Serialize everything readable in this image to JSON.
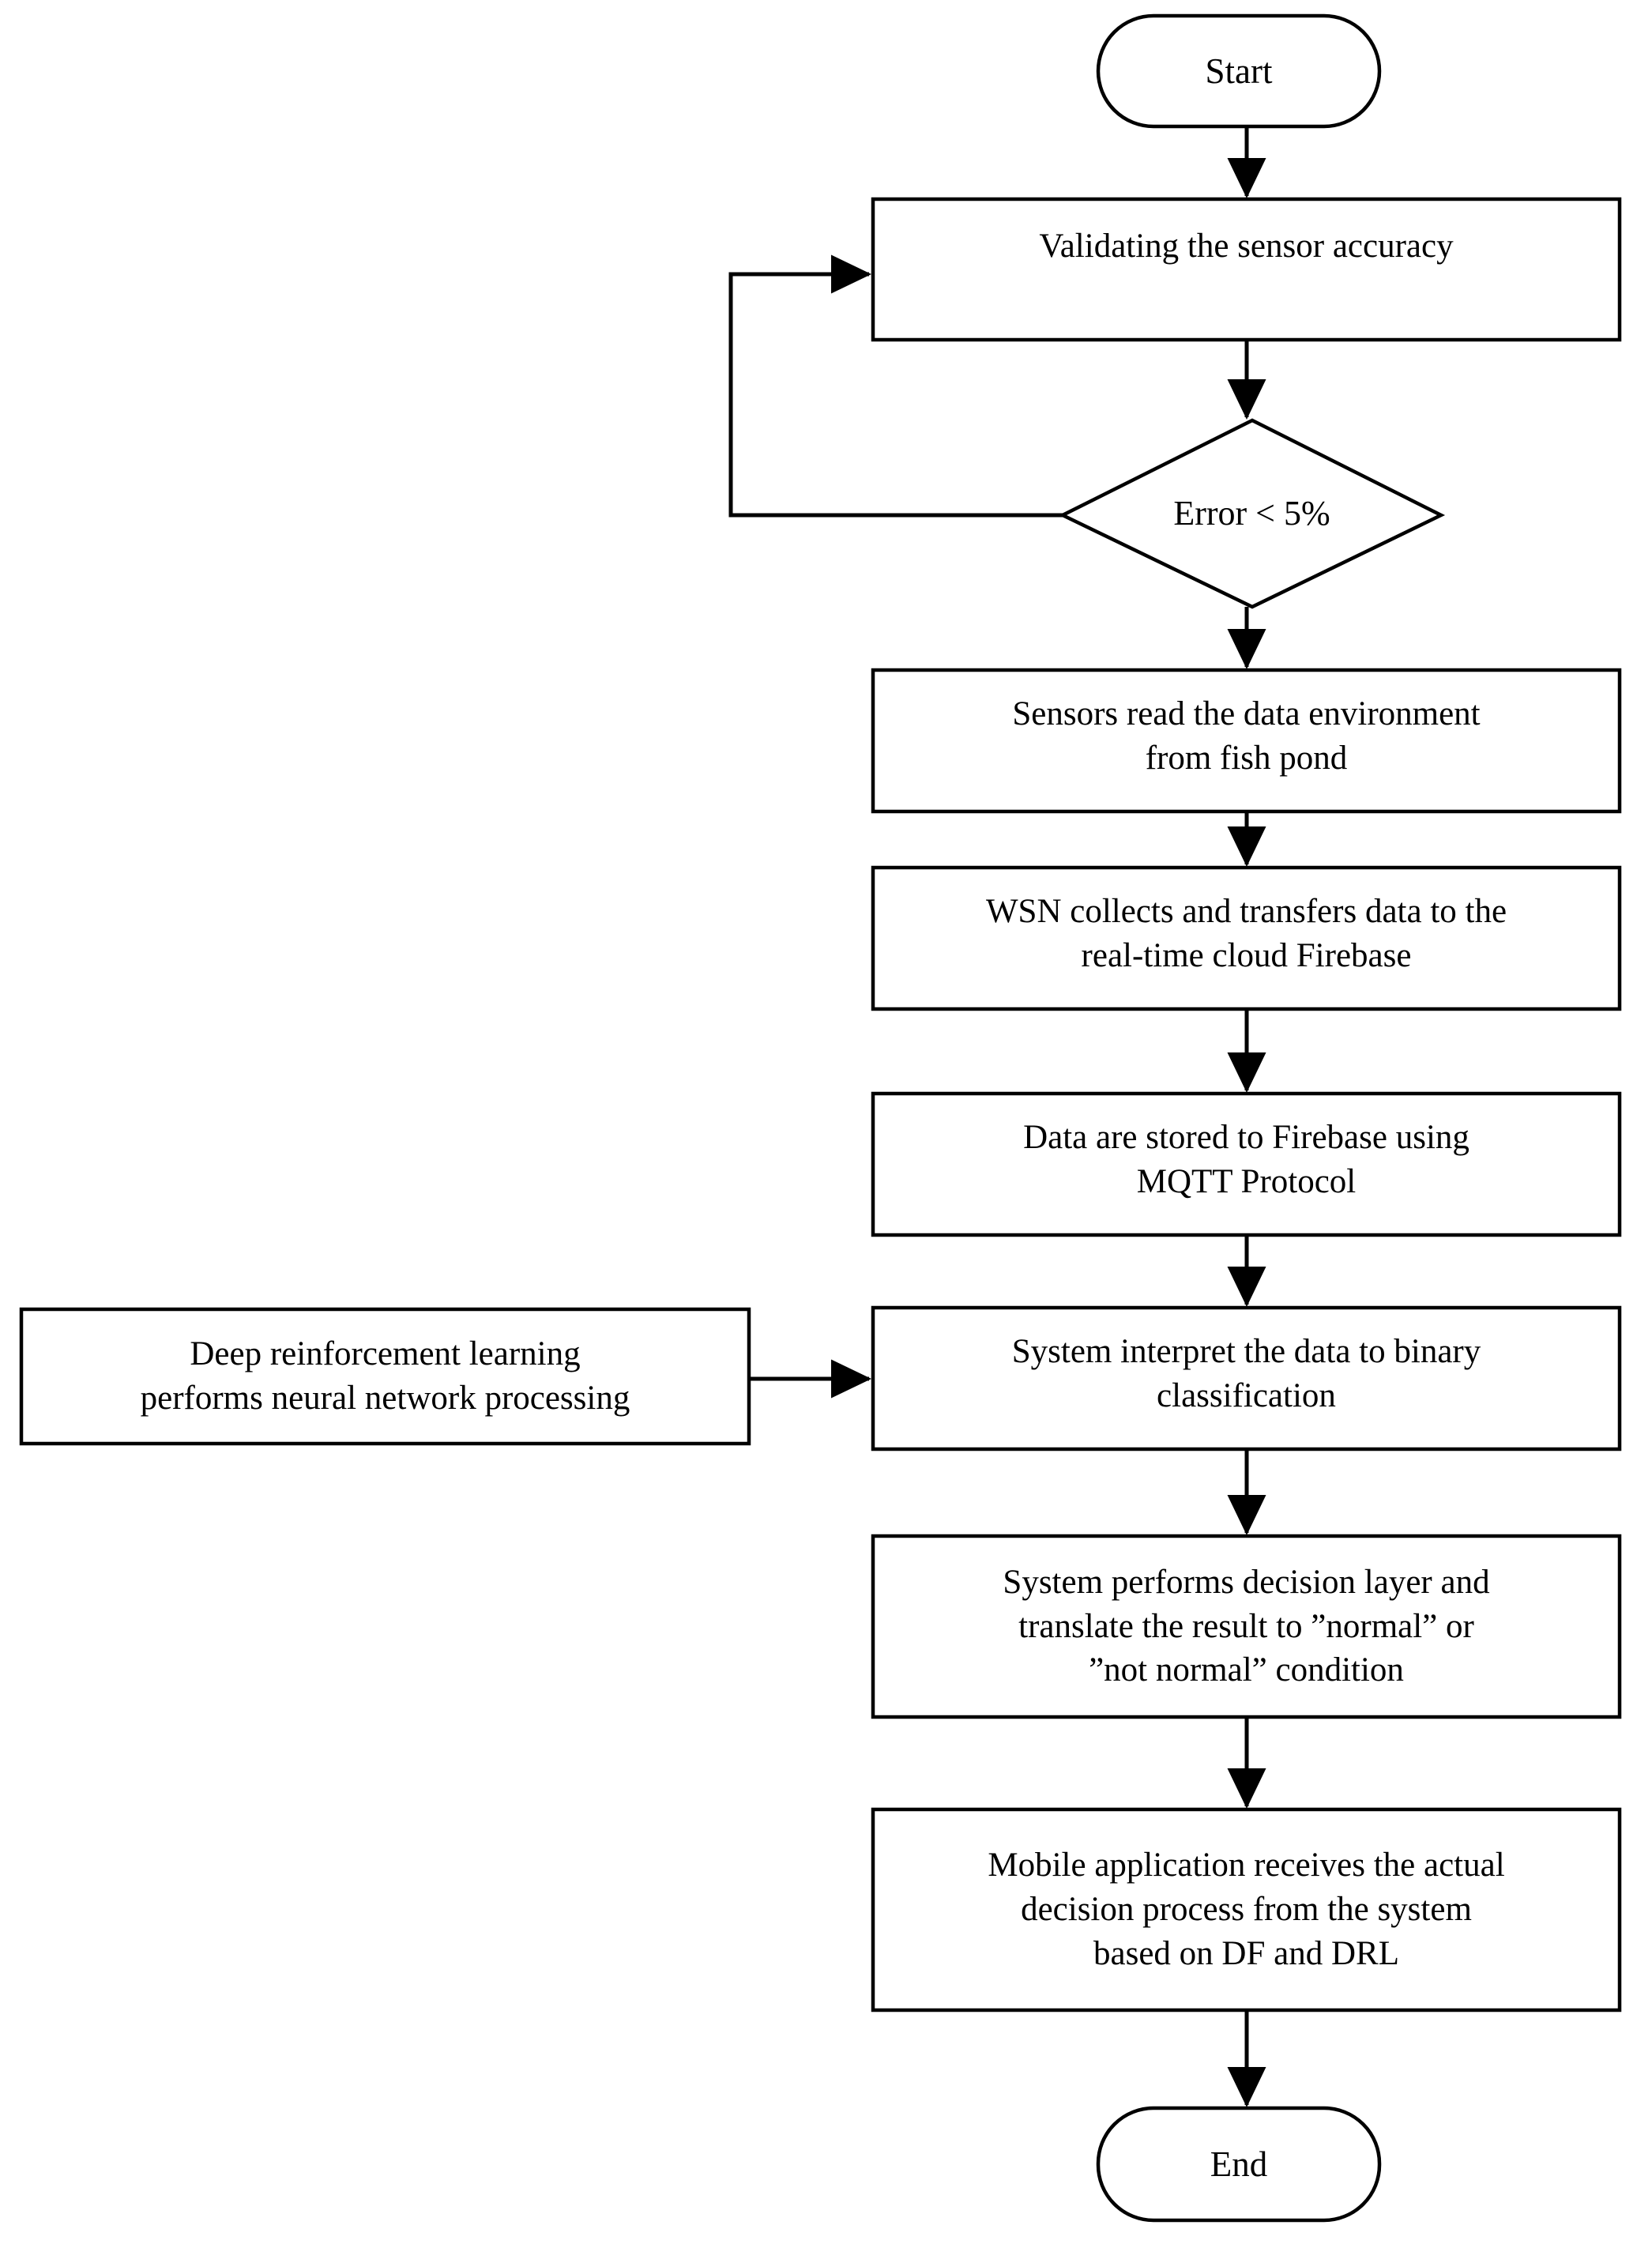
{
  "diagram": {
    "title": "IoT fish pond monitoring system flowchart",
    "stroke_color": "#000000",
    "fill_color": "#ffffff",
    "background_color": "#ffffff"
  },
  "nodes": {
    "start": {
      "label": "Start",
      "shape": "terminator"
    },
    "validate": {
      "label": "Validating the sensor accuracy",
      "shape": "process"
    },
    "decision": {
      "label": "Error < 5%",
      "shape": "decision"
    },
    "sensors_read": {
      "label": "Sensors read the data environment\nfrom fish pond",
      "shape": "process"
    },
    "wsn_collect": {
      "label": "WSN collects and transfers data to the\nreal-time cloud Firebase",
      "shape": "process"
    },
    "data_stored": {
      "label": "Data are stored to Firebase using\nMQTT Protocol",
      "shape": "process"
    },
    "interpret": {
      "label": "System interpret the data to binary\nclassification",
      "shape": "process"
    },
    "drl_side": {
      "label": "Deep reinforcement learning\nperforms neural network processing",
      "shape": "process"
    },
    "decision_layer": {
      "label": "System performs decision layer and\ntranslate the result to ”normal” or\n”not normal” condition",
      "shape": "process"
    },
    "mobile_app": {
      "label": "Mobile application receives the actual\ndecision process from the system\nbased on DF and DRL",
      "shape": "process"
    },
    "end": {
      "label": "End",
      "shape": "terminator"
    }
  },
  "edges": [
    {
      "name": "start-to-validate",
      "from": "start",
      "to": "validate",
      "label": ""
    },
    {
      "name": "validate-to-decision",
      "from": "validate",
      "to": "decision",
      "label": ""
    },
    {
      "name": "decision-feedback-to-validate",
      "from": "decision",
      "to": "validate",
      "label": ""
    },
    {
      "name": "decision-to-sensors-read",
      "from": "decision",
      "to": "sensors_read",
      "label": ""
    },
    {
      "name": "sensors-read-to-wsn",
      "from": "sensors_read",
      "to": "wsn_collect",
      "label": ""
    },
    {
      "name": "wsn-to-data-stored",
      "from": "wsn_collect",
      "to": "data_stored",
      "label": ""
    },
    {
      "name": "data-stored-to-interpret",
      "from": "data_stored",
      "to": "interpret",
      "label": ""
    },
    {
      "name": "drl-to-interpret",
      "from": "drl_side",
      "to": "interpret",
      "label": ""
    },
    {
      "name": "interpret-to-decision-layer",
      "from": "interpret",
      "to": "decision_layer",
      "label": ""
    },
    {
      "name": "decision-layer-to-mobile",
      "from": "decision_layer",
      "to": "mobile_app",
      "label": ""
    },
    {
      "name": "mobile-to-end",
      "from": "mobile_app",
      "to": "end",
      "label": ""
    }
  ]
}
